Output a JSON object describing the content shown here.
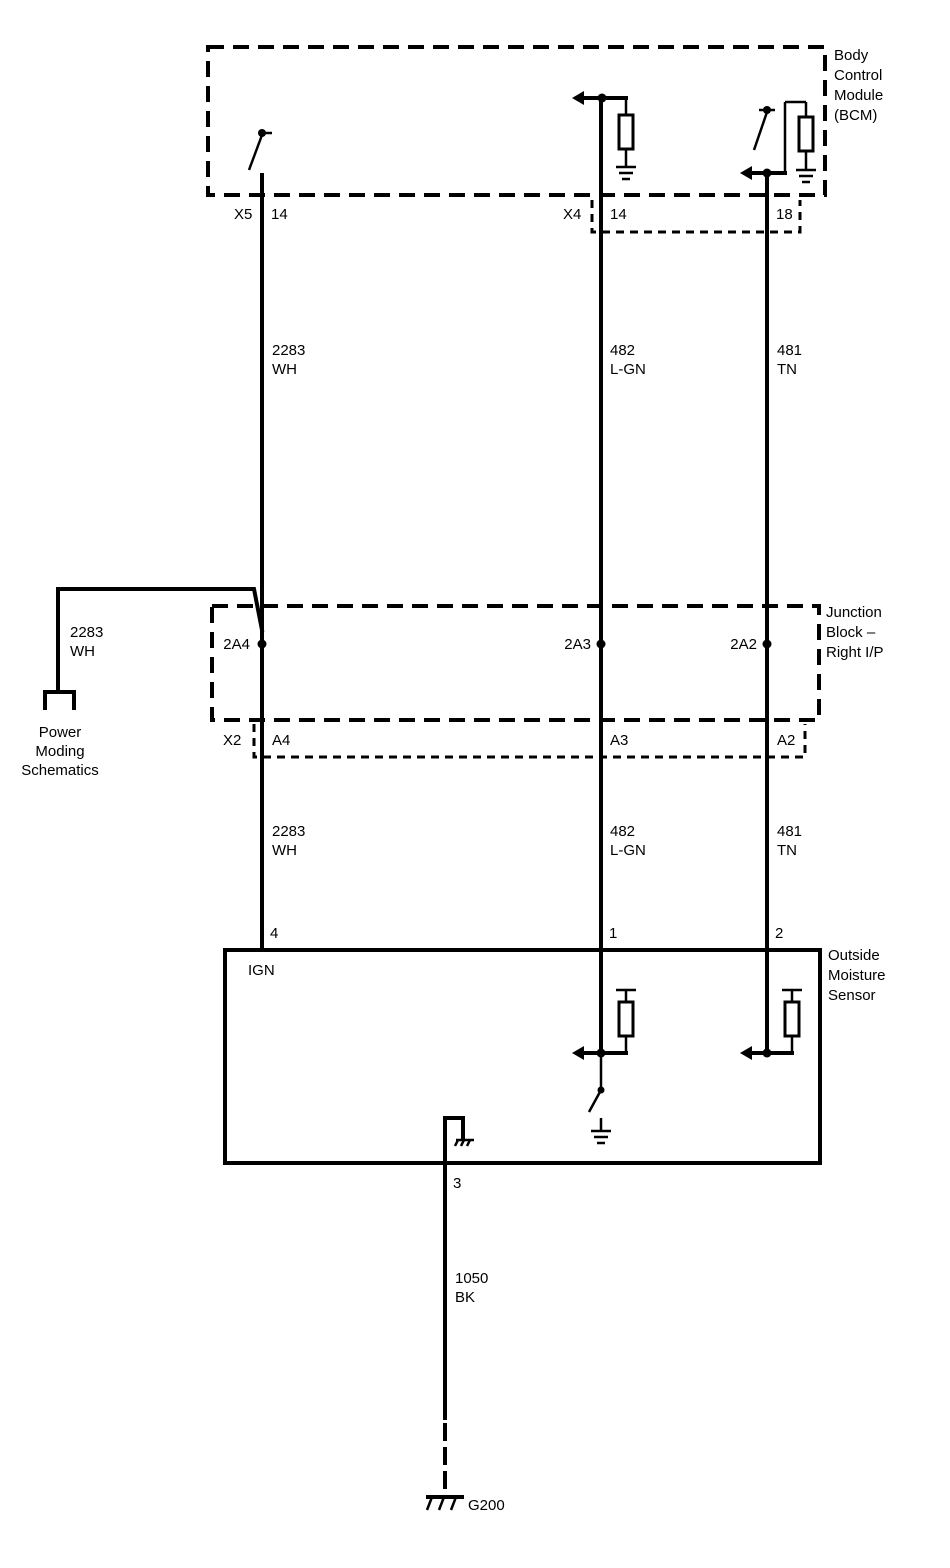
{
  "modules": {
    "bcm": {
      "name_lines": [
        "Body",
        "Control",
        "Module",
        "(BCM)"
      ]
    },
    "junction_block": {
      "name_lines": [
        "Junction",
        "Block –",
        "Right I/P"
      ]
    },
    "outside_moisture_sensor": {
      "name_lines": [
        "Outside",
        "Moisture",
        "Sensor"
      ],
      "internal_label": "IGN"
    }
  },
  "bcm_connectors": {
    "x5": {
      "connector": "X5",
      "pin": "14"
    },
    "x4_left": {
      "connector": "X4",
      "pin": "14"
    },
    "x4_right": {
      "pin": "18"
    }
  },
  "junction_terminals": {
    "top": [
      "2A4",
      "2A3",
      "2A2"
    ],
    "bottom_connector": "X2",
    "bottom_pins": [
      "A4",
      "A3",
      "A2"
    ]
  },
  "sensor_pins": {
    "ign": "4",
    "signal": "1",
    "ref": "2",
    "ground": "3"
  },
  "wires": {
    "upper_2283": {
      "circuit": "2283",
      "color": "WH"
    },
    "upper_482": {
      "circuit": "482",
      "color": "L-GN"
    },
    "upper_481": {
      "circuit": "481",
      "color": "TN"
    },
    "branch_2283": {
      "circuit": "2283",
      "color": "WH"
    },
    "lower_2283": {
      "circuit": "2283",
      "color": "WH"
    },
    "lower_482": {
      "circuit": "482",
      "color": "L-GN"
    },
    "lower_481": {
      "circuit": "481",
      "color": "TN"
    },
    "ground_1050": {
      "circuit": "1050",
      "color": "BK"
    }
  },
  "external": {
    "power_moding": [
      "Power",
      "Moding",
      "Schematics"
    ],
    "ground_point": "G200"
  }
}
